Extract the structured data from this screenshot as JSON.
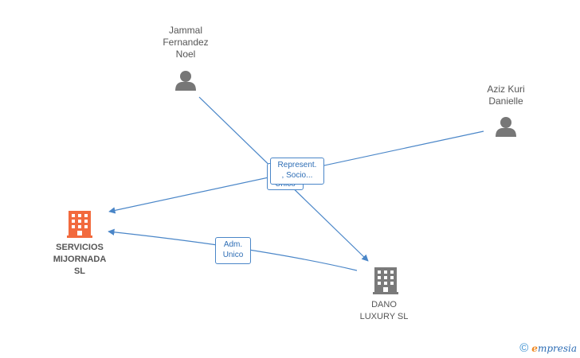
{
  "nodes": {
    "jammal": {
      "label": "Jammal\nFernandez\nNoel",
      "type": "person"
    },
    "aziz": {
      "label": "Aziz Kuri\nDanielle",
      "type": "person"
    },
    "servicios": {
      "label": "SERVICIOS\nMIJORNADA\nSL",
      "type": "company",
      "color": "#f26a3d"
    },
    "dano": {
      "label": "DANO\nLUXURY  SL",
      "type": "company",
      "color": "#7a7a7a"
    }
  },
  "edges": {
    "stacked_label_back": "Unico",
    "stacked_label_front": "Represent.\n, Socio...",
    "adm_label": "Adm.\nUnico"
  },
  "colors": {
    "edge": "#4a86c8",
    "person_icon": "#777777"
  },
  "brand": {
    "copyright": "©",
    "initial": "e",
    "rest": "mpresia"
  }
}
